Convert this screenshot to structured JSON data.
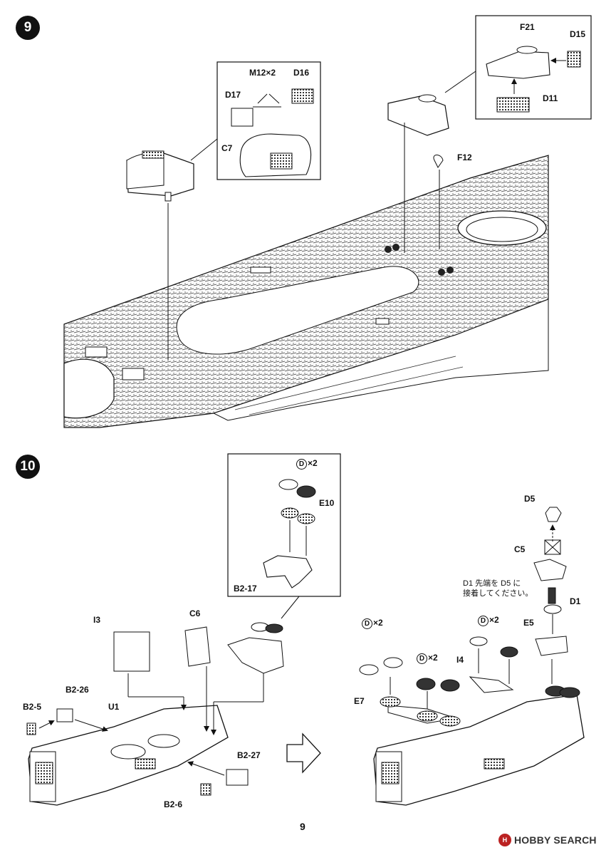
{
  "page": {
    "number": "9"
  },
  "watermark": {
    "text": "HOBBY SEARCH",
    "logo": "H"
  },
  "step9": {
    "step_number": "9",
    "labels": {
      "m12": "M12×2",
      "d16": "D16",
      "d17": "D17",
      "c7": "C7",
      "f21": "F21",
      "d15": "D15",
      "d11": "D11",
      "f12": "F12"
    }
  },
  "step10": {
    "step_number": "10",
    "labels": {
      "dx2_top": "×2",
      "dx2_top_circ": "D",
      "e10": "E10",
      "b2_17": "B2-17",
      "i3": "I3",
      "c6": "C6",
      "b2_26": "B2-26",
      "b2_5": "B2-5",
      "u1": "U1",
      "b2_27": "B2-27",
      "b2_6": "B2-6",
      "d5": "D5",
      "c5": "C5",
      "d1": "D1",
      "e5": "E5",
      "dx2_a": "×2",
      "dx2_a_circ": "D",
      "dx2_b": "×2",
      "dx2_b_circ": "D",
      "dx2_c": "×2",
      "dx2_c_circ": "D",
      "i4": "I4",
      "e7": "E7",
      "note_line1": "D1 先端を D5 に",
      "note_line2": "接着してください。"
    }
  }
}
